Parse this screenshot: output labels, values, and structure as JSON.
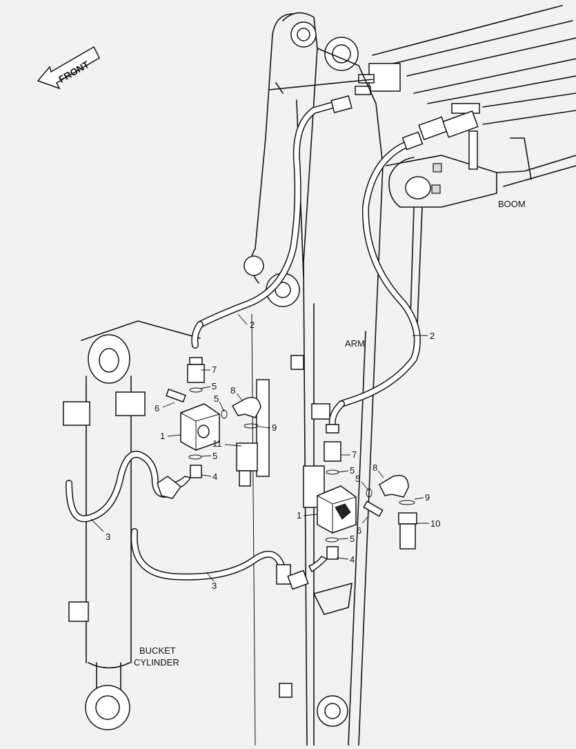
{
  "labels": {
    "front": "FRONT",
    "boom": "BOOM",
    "arm": "ARM",
    "bucket_cylinder_line1": "BUCKET",
    "bucket_cylinder_line2": "CYLINDER"
  },
  "callouts": [
    {
      "id": "c2a",
      "text": "2"
    },
    {
      "id": "c2b",
      "text": "2"
    },
    {
      "id": "c7a",
      "text": "7"
    },
    {
      "id": "c5a",
      "text": "5"
    },
    {
      "id": "c8a",
      "text": "8"
    },
    {
      "id": "c6a",
      "text": "6"
    },
    {
      "id": "c5b",
      "text": "5"
    },
    {
      "id": "c9a",
      "text": "9"
    },
    {
      "id": "c1a",
      "text": "1"
    },
    {
      "id": "c11",
      "text": "11"
    },
    {
      "id": "c5c",
      "text": "5"
    },
    {
      "id": "c4a",
      "text": "4"
    },
    {
      "id": "c7b",
      "text": "7"
    },
    {
      "id": "c5d",
      "text": "5"
    },
    {
      "id": "c8b",
      "text": "8"
    },
    {
      "id": "c5e",
      "text": "5"
    },
    {
      "id": "c9b",
      "text": "9"
    },
    {
      "id": "c1b",
      "text": "1"
    },
    {
      "id": "c10",
      "text": "10"
    },
    {
      "id": "c6b",
      "text": "6"
    },
    {
      "id": "c5f",
      "text": "5"
    },
    {
      "id": "c4b",
      "text": "4"
    },
    {
      "id": "c3a",
      "text": "3"
    },
    {
      "id": "c3b",
      "text": "3"
    }
  ]
}
